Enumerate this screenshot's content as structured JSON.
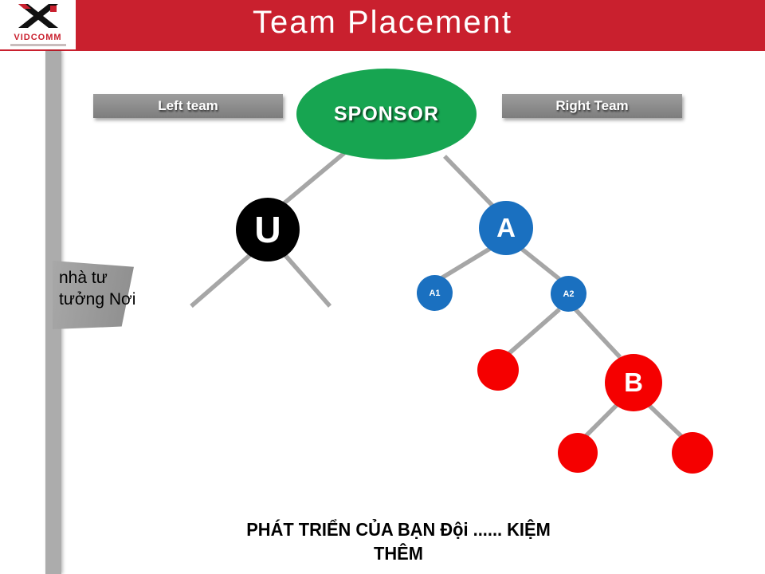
{
  "slide": {
    "title": "Team Placement"
  },
  "logo": {
    "brand": "VIDCOMM"
  },
  "team_labels": {
    "left": "Left team",
    "right": "Right Team"
  },
  "callout": {
    "line1": "nhà tư",
    "line2": "tưởng Nơi"
  },
  "tree": {
    "sponsor": {
      "label": "SPONSOR",
      "color": "#17A551"
    },
    "u": {
      "label": "U",
      "color": "#000000"
    },
    "a": {
      "label": "A",
      "color": "#1A70C0"
    },
    "a1": {
      "label": "A1",
      "color": "#1A70C0"
    },
    "a2": {
      "label": "A2",
      "color": "#1A70C0"
    },
    "red_left": {
      "color": "#F50000"
    },
    "b": {
      "label": "B",
      "color": "#F50000"
    },
    "red_bottom_left": {
      "color": "#F50000"
    },
    "red_bottom_right": {
      "color": "#F50000"
    }
  },
  "footer": {
    "line1": "PHÁT TRIỂN CỦA BẠN Đội ...... KIỆM",
    "line2": "THÊM"
  },
  "colors": {
    "header_bg": "#C9202E",
    "label_bg": "#8A8A8A",
    "connector": "#A6A6A6",
    "side_strip": "#ACACAC"
  }
}
